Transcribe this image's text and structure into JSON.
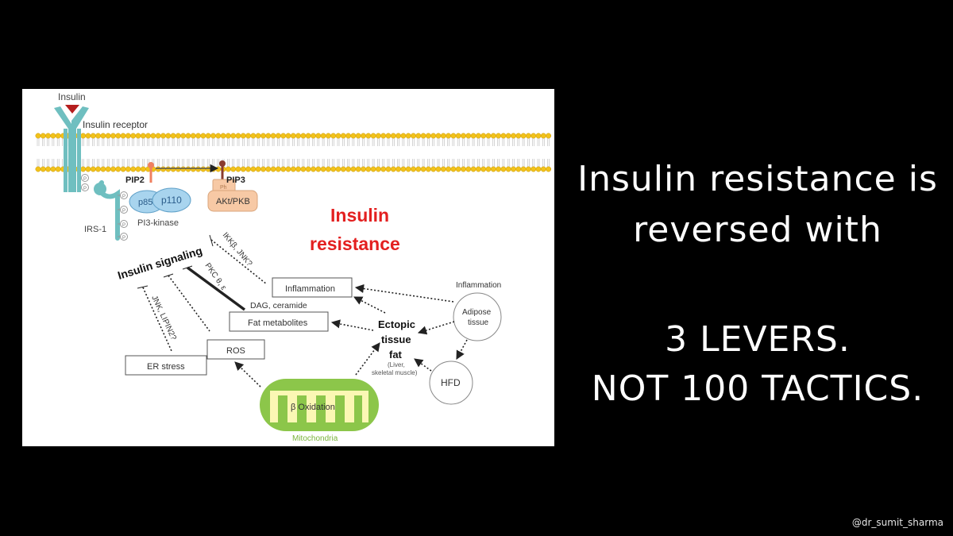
{
  "slide": {
    "headline_line1": "Insulin resistance is",
    "headline_line2": "reversed with",
    "lever_line1": "3 LEVERS.",
    "lever_line2": "NOT 100 TACTICS.",
    "credit": "@dr_sumit_sharma"
  },
  "diagram": {
    "insulin": "Insulin",
    "insulin_receptor": "Insulin receptor",
    "pip2": "PIP2",
    "pip3": "PIP3",
    "p85": "p85",
    "p110": "p110",
    "pi3_kinase": "PI3-kinase",
    "irs1": "IRS-1",
    "phosphate": "P",
    "akt": "AKt/PKB",
    "ph": "Ph",
    "title_line1": "Insulin",
    "title_line2": "resistance",
    "insulin_signaling": "Insulin signaling",
    "ikk_jnk": "IKKβ, JNK?",
    "pkc": "PKC θ, ε",
    "jnk_lipin": "JNK, LIPIN2?",
    "inflammation_box": "Inflammation",
    "dag_ceramide": "DAG, ceramide",
    "fat_metabolites": "Fat metabolites",
    "ros": "ROS",
    "er_stress": "ER stress",
    "ectopic_line1": "Ectopic",
    "ectopic_line2": "tissue",
    "ectopic_line3": "fat",
    "ectopic_note1": "(Liver,",
    "ectopic_note2": "skeletal muscle)",
    "inflammation_label": "Inflammation",
    "adipose_line1": "Adipose",
    "adipose_line2": "tissue",
    "hfd": "HFD",
    "beta_oxidation": "β Oxidation",
    "mitochondria": "Mitochondria",
    "colors": {
      "background": "#000000",
      "title_red": "#e32020",
      "membrane_yellow": "#f2c21a",
      "receptor_teal": "#6fbfc0",
      "kinase_blue": "#a8d4ee",
      "akt_peach": "#f7c9a5",
      "mito_green": "#8cc64a",
      "mito_inner": "#fbf7b4"
    }
  }
}
